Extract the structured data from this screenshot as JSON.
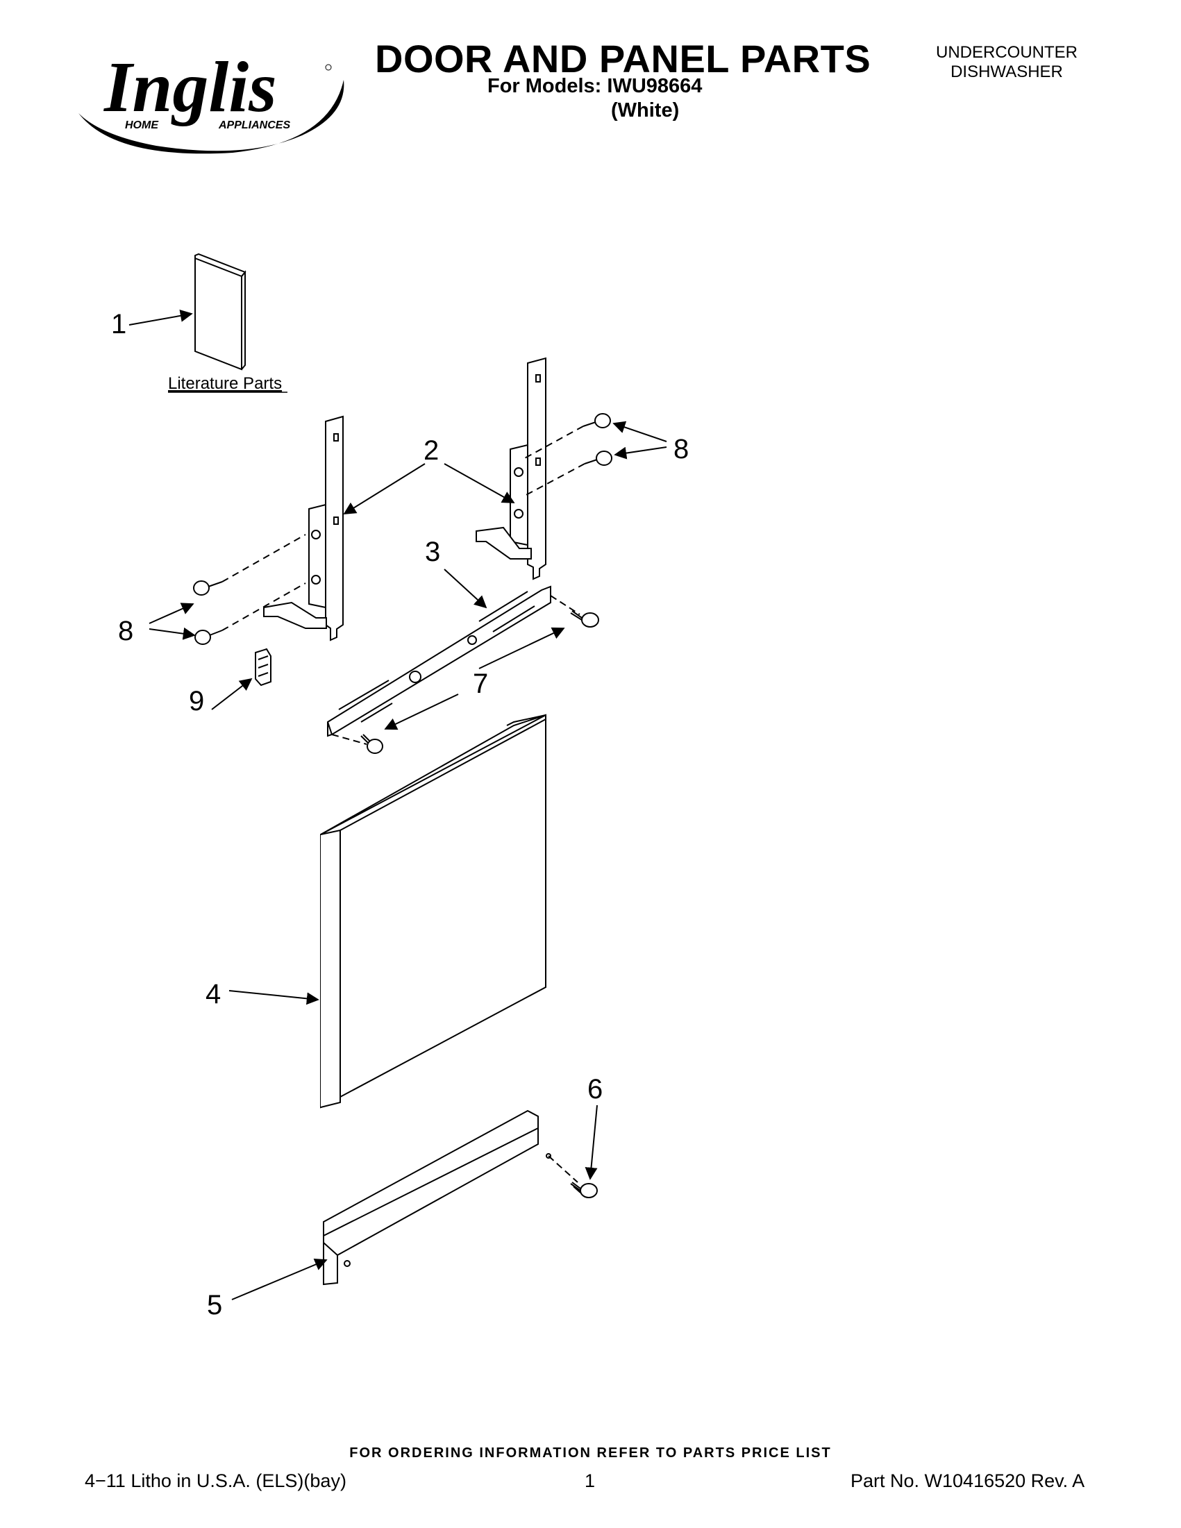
{
  "brand": {
    "name": "Inglis",
    "tagline_left": "HOME",
    "tagline_right": "APPLIANCES"
  },
  "header": {
    "title": "DOOR AND PANEL PARTS",
    "models_line": "For Models: IWU98664",
    "variant": "(White)",
    "category_line1": "UNDERCOUNTER",
    "category_line2": "DISHWASHER"
  },
  "diagram": {
    "literature_label": "Literature Parts",
    "callouts": [
      "1",
      "2",
      "3",
      "4",
      "5",
      "6",
      "7",
      "8",
      "8",
      "9"
    ]
  },
  "footer": {
    "ordering_note": "FOR ORDERING INFORMATION REFER TO PARTS PRICE LIST",
    "print_info": "4−11 Litho in U.S.A. (ELS)(bay)",
    "page_number": "1",
    "part_number": "Part No. W10416520 Rev. A"
  },
  "colors": {
    "ink": "#000000",
    "paper": "#ffffff"
  }
}
